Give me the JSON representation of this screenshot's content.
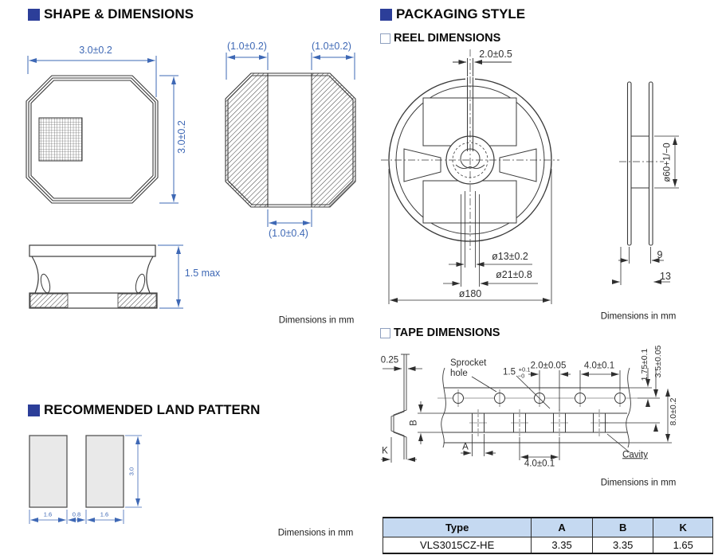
{
  "headings": {
    "shape": "SHAPE & DIMENSIONS",
    "packaging": "PACKAGING STYLE",
    "reel": "REEL DIMENSIONS",
    "tape": "TAPE DIMENSIONS",
    "land": "RECOMMENDED LAND PATTERN"
  },
  "note": "Dimensions in mm",
  "shape": {
    "top_width": "3.0±0.2",
    "top_height": "3.0±0.2",
    "term_left": "(1.0±0.2)",
    "term_right": "(1.0±0.2)",
    "term_bottom": "(1.0±0.4)",
    "side_height": "1.5 max"
  },
  "reel": {
    "slot_width": "2.0±0.5",
    "hub_hole": "ø13±0.2",
    "hub_outer": "ø21±0.8",
    "outer_diameter": "ø180",
    "side_diameter": "ø60+1/−0",
    "flange_gap": "9",
    "overall_width": "13"
  },
  "tape": {
    "thickness": "0.25",
    "sprocket_line1": "Sprocket",
    "sprocket_line2": "hole",
    "hole_dia": "1.5",
    "hole_tol_up": "+0.1",
    "hole_tol_dn": "−0",
    "hole_to_cavity": "2.0±0.05",
    "hole_pitch": "4.0±0.1",
    "edge_to_hole": "1.75±0.1",
    "hole_to_cavity_v": "3.5±0.05",
    "tape_width": "8.0±0.2",
    "cavity_pitch": "4.0±0.1",
    "cavity_label": "Cavity",
    "dim_a": "A",
    "dim_b": "B",
    "dim_k": "K"
  },
  "land": {
    "pad_w1": "1.6",
    "gap": "0.8",
    "pad_w2": "1.6",
    "pad_h": "3.0"
  },
  "table": {
    "headers": [
      "Type",
      "A",
      "B",
      "K"
    ],
    "row": [
      "VLS3015CZ-HE",
      "3.35",
      "3.35",
      "1.65"
    ]
  },
  "colors": {
    "accent": "#2c3e99",
    "dimension_blue": "#3e68b5",
    "table_header_bg": "#c5d9f1"
  }
}
